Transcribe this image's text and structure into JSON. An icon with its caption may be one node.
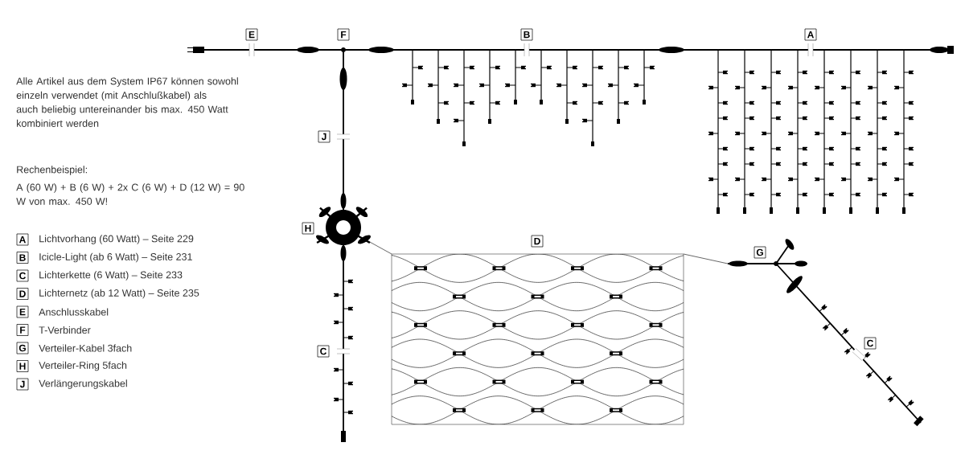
{
  "diagram": {
    "labels": [
      "E",
      "F",
      "B",
      "A",
      "Alle Artikel aus dem System IP67 können sowohl einzeln verwendet (mit Anschlußkabel) als auch beliebig untereinander bis max. 450 Watt kombiniert werden",
      "J",
      "Rechenbeispiel:",
      "A (60 W) + B (6 W) + 2x C (6 W) + D (12 W) = 90 W von max. 450 W!",
      "H",
      "D",
      "G",
      "C",
      "C",
      "A",
      "Lichtvorhang (60 Watt) – Seite 229",
      "B",
      "Icicle-Light (ab 6 Watt) – Seite 231",
      "C",
      "Lichterkette (6 Watt) – Seite 233",
      "D",
      "Lichternetz (ab 12 Watt) – Seite 235",
      "E",
      "Anschlusskabel",
      "F",
      "T-Verbinder",
      "G",
      "Verteiler-Kabel 3fach",
      "H",
      "Verteiler-Ring 5fach",
      "J",
      "Verlängerungskabel"
    ]
  }
}
